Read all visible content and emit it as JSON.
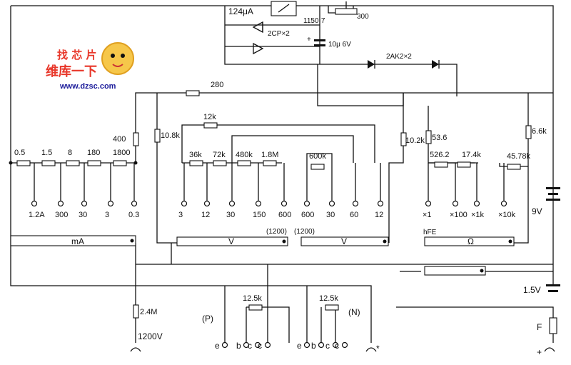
{
  "labels": {
    "meter": "124μA",
    "meter_res": "1150·7",
    "diode_2cp": "2CP×2",
    "pot": "300",
    "cap_plus": "+",
    "cap": "10μ  6V",
    "diode_2ak": "2AK2×2",
    "batt9": "9V",
    "batt15": "1.5V",
    "fuse": "F",
    "plus": "+"
  },
  "watermark": {
    "top": "找 芯 片",
    "main": "维库一下",
    "url": "www.dzsc.com"
  },
  "resistors": [
    {
      "id": "r-280",
      "label": "280"
    },
    {
      "id": "r-400",
      "label": "400"
    },
    {
      "id": "r-10-8k",
      "label": "10.8k"
    },
    {
      "id": "r-12k",
      "label": "12k"
    },
    {
      "id": "r-10-2k",
      "label": "10.2k"
    },
    {
      "id": "r-53-6",
      "label": "53.6"
    },
    {
      "id": "r-6-6k",
      "label": "6.6k"
    },
    {
      "id": "r-0-5",
      "label": "0.5"
    },
    {
      "id": "r-1-5",
      "label": "1.5"
    },
    {
      "id": "r-8",
      "label": "8"
    },
    {
      "id": "r-180",
      "label": "180"
    },
    {
      "id": "r-1800",
      "label": "1800"
    },
    {
      "id": "r-36k",
      "label": "36k"
    },
    {
      "id": "r-72k",
      "label": "72k"
    },
    {
      "id": "r-480k",
      "label": "480k"
    },
    {
      "id": "r-1-8m",
      "label": "1.8M"
    },
    {
      "id": "r-600k",
      "label": "600k"
    },
    {
      "id": "r-526-2",
      "label": "526.2"
    },
    {
      "id": "r-17-4k",
      "label": "17.4k"
    },
    {
      "id": "r-45-78k",
      "label": "45.78k"
    },
    {
      "id": "r-12-5k-p",
      "label": "12.5k"
    },
    {
      "id": "r-12-5k-n",
      "label": "12.5k"
    },
    {
      "id": "r-2-4m",
      "label": "2.4M"
    }
  ],
  "terminals": [
    {
      "label": "1.2A"
    },
    {
      "label": "300"
    },
    {
      "label": "30"
    },
    {
      "label": "3"
    },
    {
      "label": "0.3"
    },
    {
      "label": "3"
    },
    {
      "label": "12"
    },
    {
      "label": "30"
    },
    {
      "label": "150"
    },
    {
      "label": "600"
    },
    {
      "label": "600"
    },
    {
      "label": "30"
    },
    {
      "label": "60"
    },
    {
      "label": "12"
    },
    {
      "label": "×1"
    },
    {
      "label": "×100"
    },
    {
      "label": "×1k"
    },
    {
      "label": "×10k"
    }
  ],
  "bars": [
    {
      "id": "bar-ma",
      "label": "mA"
    },
    {
      "id": "bar-dcv",
      "label": "V",
      "note": "(1200)"
    },
    {
      "id": "bar-acv",
      "label": "V",
      "note": "(1200)"
    },
    {
      "id": "bar-ohm",
      "label": "Ω",
      "note": "hFE"
    },
    {
      "id": "bar-hfe",
      "label": ""
    }
  ],
  "sockets": [
    {
      "id": "sock-1200",
      "label": "1200V"
    },
    {
      "id": "sock-p",
      "label": "(P)"
    },
    {
      "id": "sock-n",
      "label": "(N)"
    },
    {
      "id": "sock-star",
      "label": "*"
    }
  ],
  "transistor_pins": {
    "p": [
      "e",
      "b",
      "c",
      "c"
    ],
    "n": [
      "e",
      "b",
      "c",
      "c"
    ]
  }
}
